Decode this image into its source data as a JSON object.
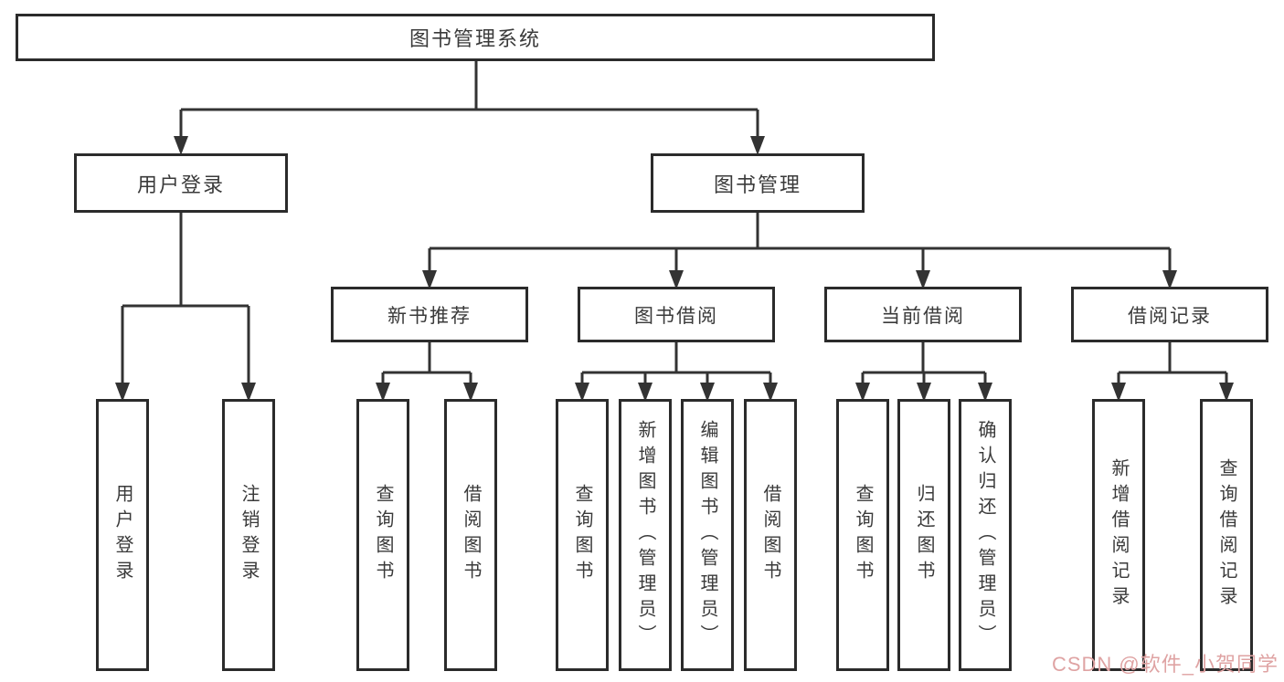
{
  "palette": {
    "line": "#333333",
    "box_border": "#2b2b2b",
    "box_fill": "#ffffff",
    "text": "#3a3a3a",
    "background": "#ffffff",
    "watermark_color": "#dfa3a3"
  },
  "watermark": {
    "text": "CSDN @软件_小贺同学"
  },
  "diagram": {
    "root": {
      "label": "图书管理系统"
    },
    "level1": [
      {
        "label": "用户登录"
      },
      {
        "label": "图书管理"
      }
    ],
    "level2": [
      {
        "label": "新书推荐"
      },
      {
        "label": "图书借阅"
      },
      {
        "label": "当前借阅"
      },
      {
        "label": "借阅记录"
      }
    ],
    "leaves": {
      "user_login": [
        "用户登录",
        "注销登录"
      ],
      "new_book": [
        "查询图书",
        "借阅图书"
      ],
      "book_borrow": [
        "查询图书",
        "新增图书（管理员）",
        "编辑图书（管理员）",
        "借阅图书"
      ],
      "current_borrow": [
        "查询图书",
        "归还图书",
        "确认归还（管理员）"
      ],
      "borrow_records": [
        "新增借阅记录",
        "查询借阅记录"
      ]
    }
  }
}
